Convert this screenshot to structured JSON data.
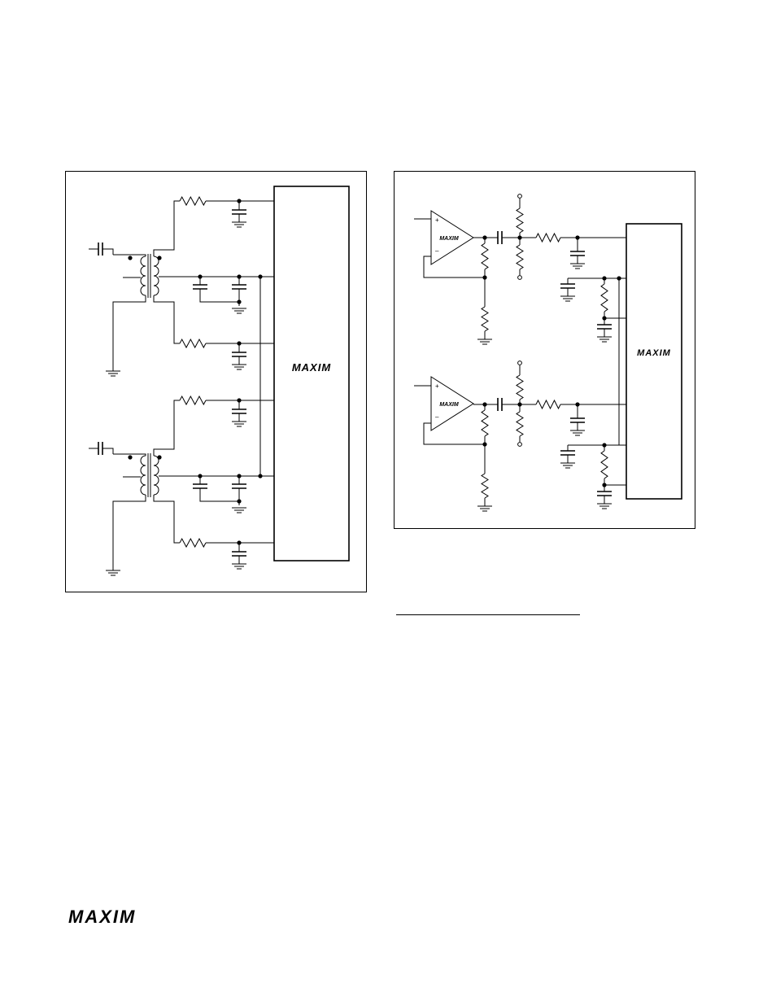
{
  "figures": {
    "left": {
      "chip_logo": "MAXIM"
    },
    "right": {
      "amp_logo": "MAXIM",
      "chip_logo": "MAXIM",
      "amp_plus": "+",
      "amp_minus": "–"
    }
  },
  "footer": {
    "logo": "MAXIM"
  },
  "icons": {
    "resistor": "zigzag-resistor-icon",
    "capacitor": "capacitor-icon",
    "ground": "ground-icon",
    "transformer": "transformer-icon",
    "op_amp": "op-amp-icon",
    "logo": "maxim-logo-icon"
  }
}
